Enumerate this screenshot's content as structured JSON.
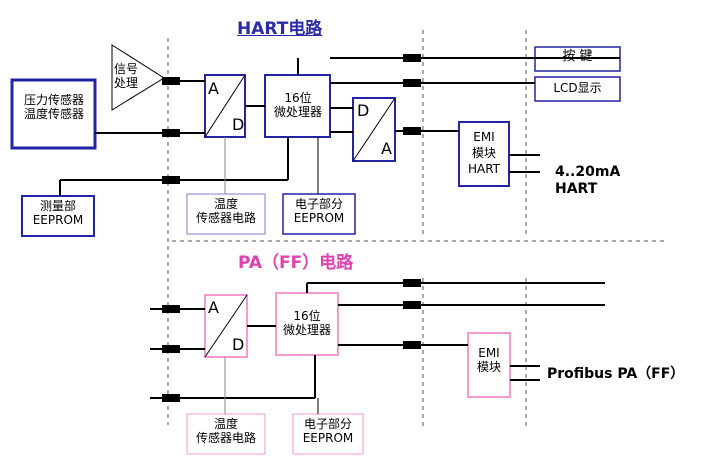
{
  "hart": {
    "title_latin": "HART",
    "title_cn": "电路",
    "sensor": [
      "压力传感器",
      "温度传感器"
    ],
    "signal_proc": [
      "信号",
      "处理"
    ],
    "ad": {
      "a": "A",
      "d": "D"
    },
    "cpu": [
      "16位",
      "微处理器"
    ],
    "da": {
      "d": "D",
      "a": "A"
    },
    "key": "按  键",
    "lcd": "LCD显示",
    "emi": [
      "EMI",
      "模块",
      "HART"
    ],
    "output": [
      "4..20mA",
      "HART"
    ],
    "measure_eeprom": [
      "测量部",
      "EEPROM"
    ],
    "temp_circuit": [
      "温度",
      "传感器电路"
    ],
    "elec_eeprom": [
      "电子部分",
      "EEPROM"
    ]
  },
  "pa": {
    "title": "PA（FF）电路",
    "ad": {
      "a": "A",
      "d": "D"
    },
    "cpu": [
      "16位",
      "微处理器"
    ],
    "emi": [
      "EMI",
      "模块"
    ],
    "output": "Profibus PA（FF）",
    "temp_circuit": [
      "温度",
      "传感器电路"
    ],
    "elec_eeprom": [
      "电子部分",
      "EEPROM"
    ]
  },
  "colors": {
    "hart_title": "#2b2ba8",
    "pa_title": "#e040b0",
    "hart_box": "#2323a6",
    "pa_box": "#f19bd0",
    "line": "#000000"
  }
}
